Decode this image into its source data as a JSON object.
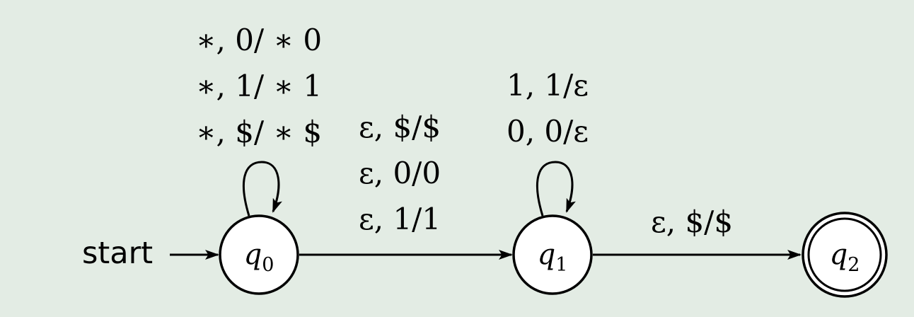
{
  "diagram": {
    "kind": "pushdown-automaton state diagram",
    "background_color": "#e3ece4",
    "node_fill_color": "#ffffff",
    "line_color": "#000000"
  },
  "start_label": "start",
  "states": [
    {
      "id": "q0",
      "name": "q",
      "sub": "0",
      "accepting": false
    },
    {
      "id": "q1",
      "name": "q",
      "sub": "1",
      "accepting": false
    },
    {
      "id": "q2",
      "name": "q",
      "sub": "2",
      "accepting": true
    }
  ],
  "transitions": {
    "q0_loop": {
      "from": "q0",
      "to": "q0",
      "labels": [
        "∗, 0/ ∗ 0",
        "∗, 1/ ∗ 1",
        "∗, $/ ∗ $"
      ]
    },
    "q0_to_q1": {
      "from": "q0",
      "to": "q1",
      "labels": [
        "ε, $/$",
        "ε, 0/0",
        "ε, 1/1"
      ]
    },
    "q1_loop": {
      "from": "q1",
      "to": "q1",
      "labels": [
        "1, 1/ε",
        "0, 0/ε"
      ]
    },
    "q1_to_q2": {
      "from": "q1",
      "to": "q2",
      "labels": [
        "ε, $/$"
      ]
    }
  }
}
